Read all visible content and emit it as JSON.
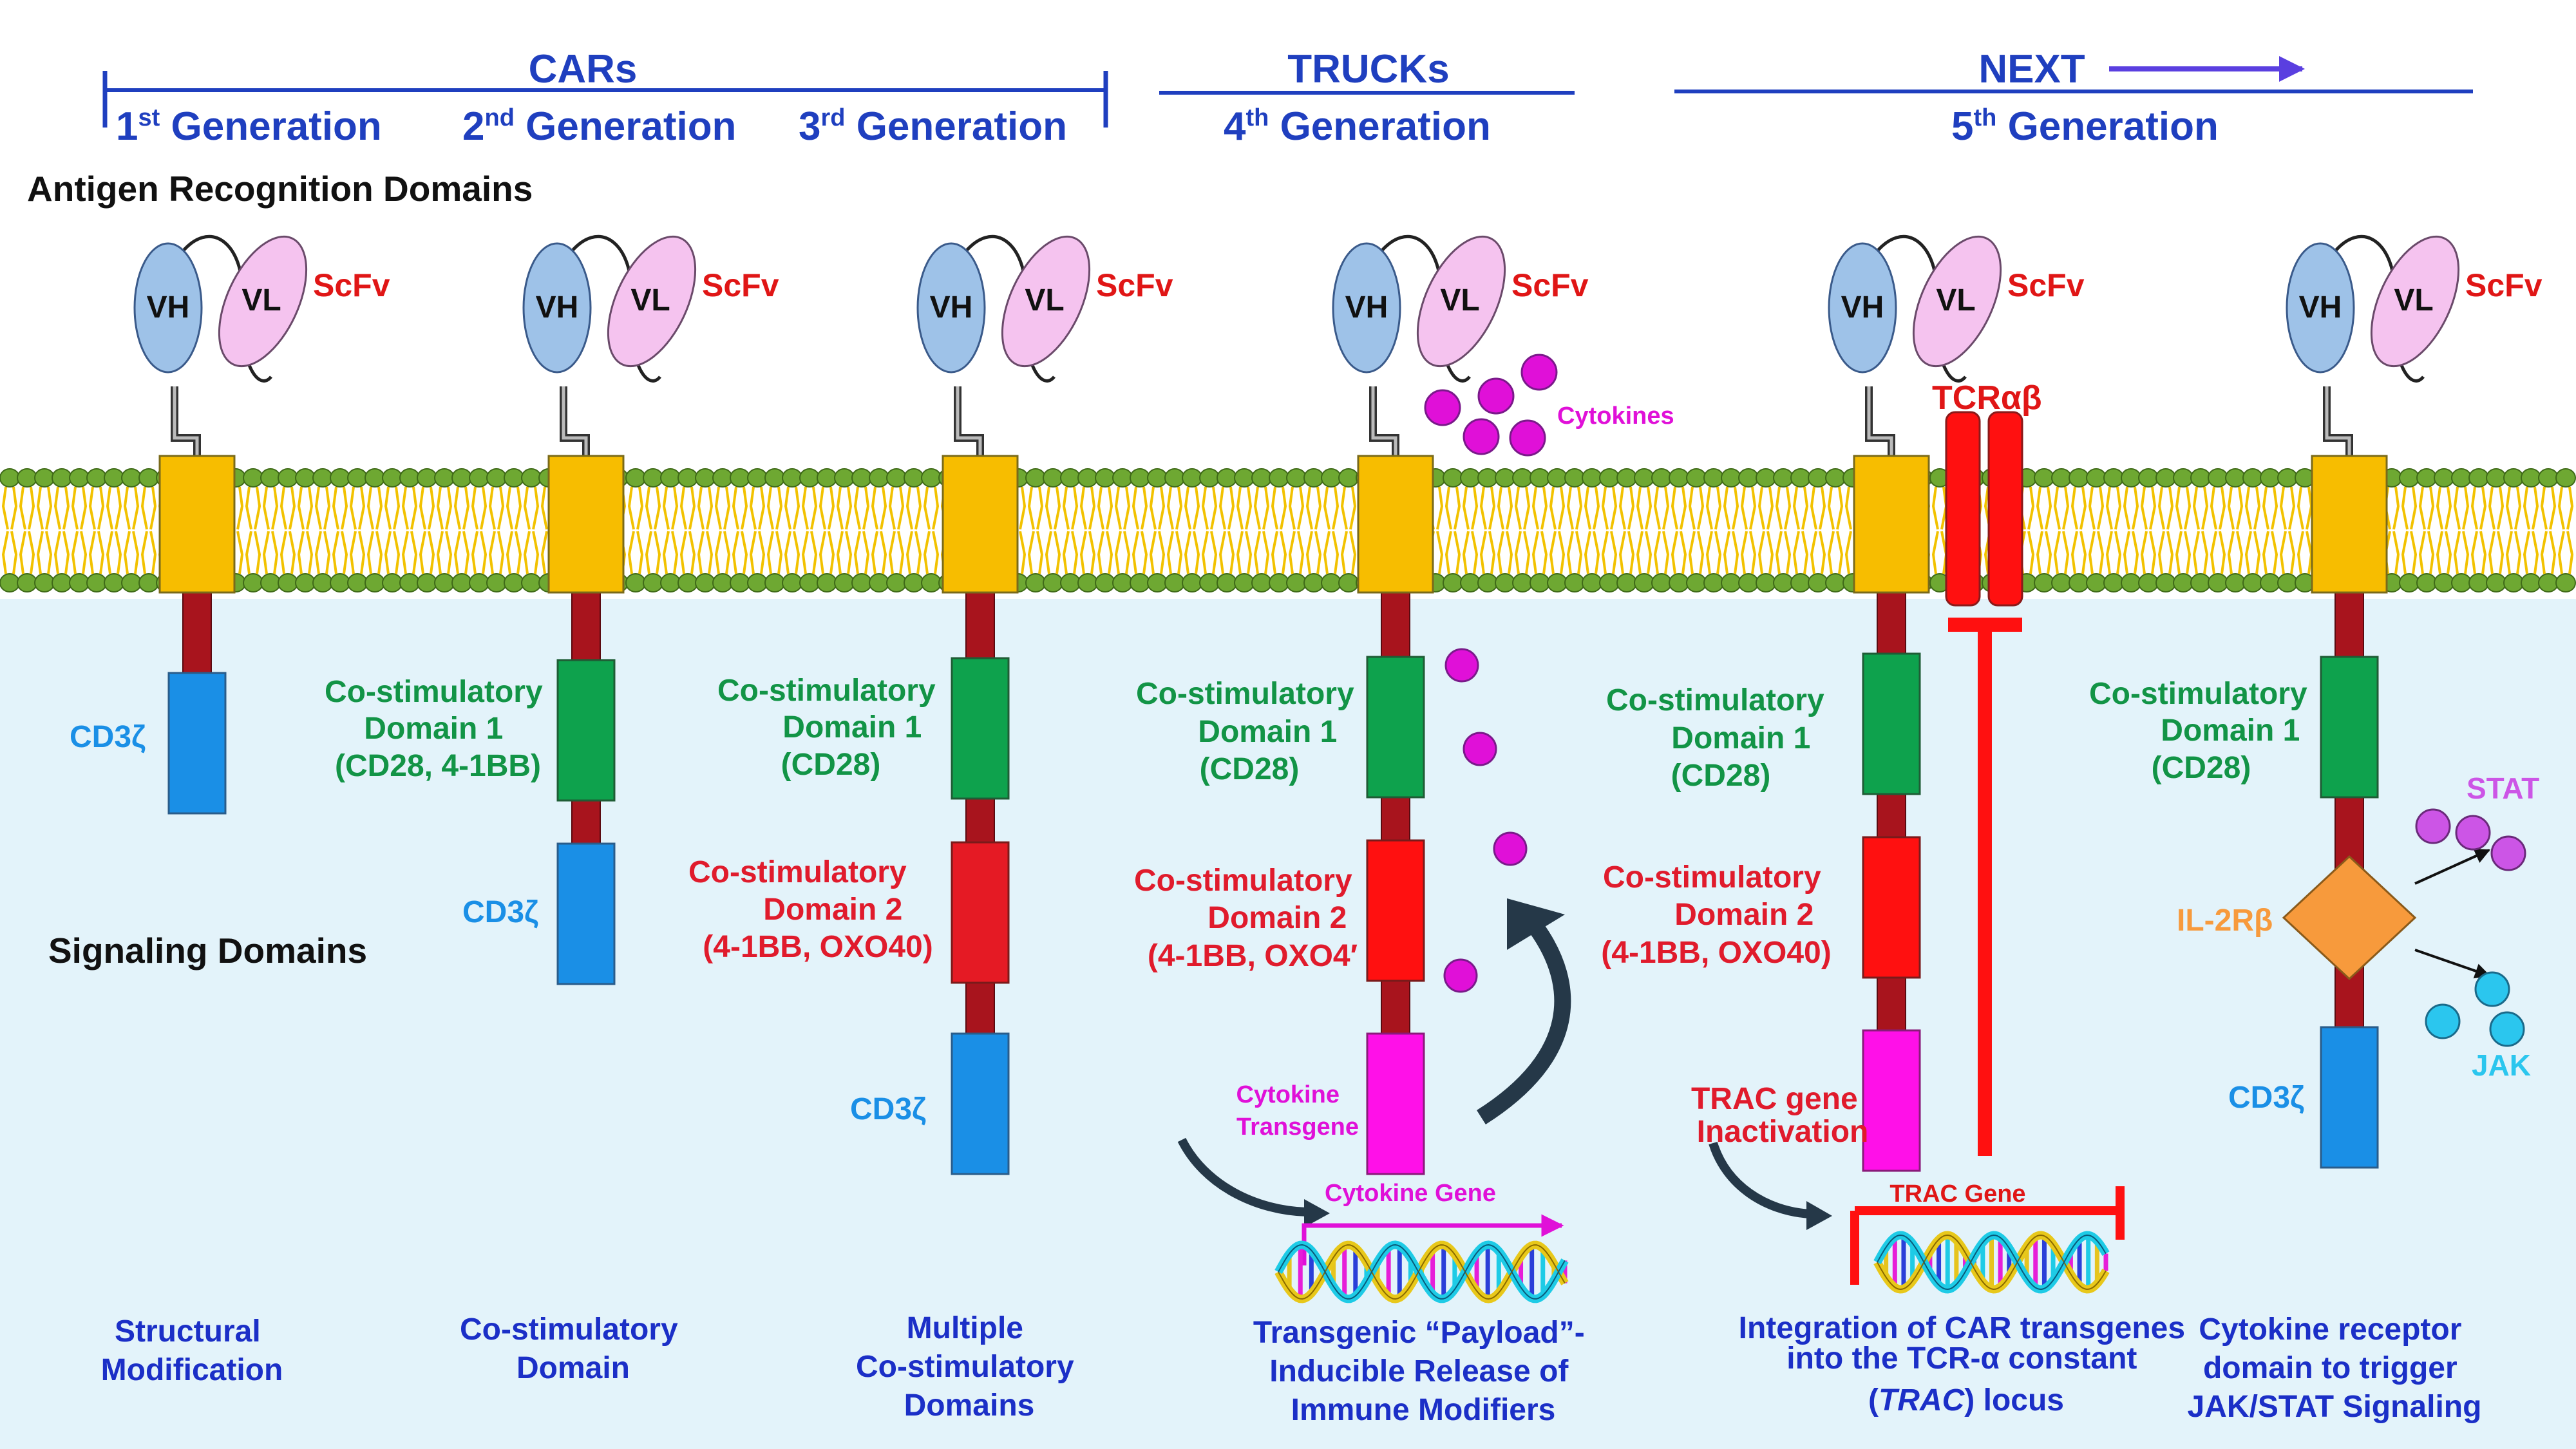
{
  "headers": {
    "cars": "CARs",
    "trucks": "TRUCKs",
    "next": "NEXT",
    "gen1": {
      "num": "1",
      "sup": "st",
      "rest": " Generation"
    },
    "gen2": {
      "num": "2",
      "sup": "nd",
      "rest": " Generation"
    },
    "gen3": {
      "num": "3",
      "sup": "rd",
      "rest": " Generation"
    },
    "gen4": {
      "num": "4",
      "sup": "th",
      "rest": " Generation"
    },
    "gen5": {
      "num": "5",
      "sup": "th",
      "rest": " Generation"
    }
  },
  "sections": {
    "antigen": "Antigen Recognition Domains",
    "signaling": "Signaling Domains"
  },
  "labels": {
    "vh": "VH",
    "vl": "VL",
    "scfv": "ScFv",
    "cd3": "CD3ζ",
    "cytokines": "Cytokines",
    "tcr": "TCRαβ",
    "il2": "IL-2Rβ",
    "stat": "STAT",
    "jak": "JAK",
    "cytokine_transgene": [
      "Cytokine",
      "Transgene"
    ],
    "cytokine_gene": "Cytokine Gene",
    "trac_inactivation": [
      "TRAC gene",
      "Inactivation"
    ],
    "trac_gene": "TRAC Gene"
  },
  "costim": {
    "gen2": [
      "Co-stimulatory",
      "Domain 1",
      "(CD28, 4-1BB)"
    ],
    "gen3_d1": [
      "Co-stimulatory",
      "Domain 1",
      "(CD28)"
    ],
    "gen3_d2": [
      "Co-stimulatory",
      "Domain 2",
      "(4-1BB, OXO40)"
    ],
    "gen4_d1": [
      "Co-stimulatory",
      "Domain 1",
      "(CD28)"
    ],
    "gen4_d2": [
      "Co-stimulatory",
      "Domain 2",
      "(4-1BB, OXO4′"
    ],
    "gen5_d1": [
      "Co-stimulatory",
      "Domain 1",
      "(CD28)"
    ],
    "gen5_d2": [
      "Co-stimulatory",
      "Domain 2",
      "(4-1BB, OXO40)"
    ],
    "gen6_d1": [
      "Co-stimulatory",
      "Domain 1",
      "(CD28)"
    ]
  },
  "captions": {
    "c1": [
      "Structural",
      "Modification"
    ],
    "c2": [
      "Co-stimulatory",
      "Domain"
    ],
    "c3": [
      "Multiple",
      "Co-stimulatory",
      "Domains"
    ],
    "c4": [
      "Transgenic “Payload”-",
      "Inducible Release of",
      "Immune Modifiers"
    ],
    "c5_l1": "Integration of CAR transgenes",
    "c5_l2": "into the TCR-α constant",
    "c5_l3a": "(",
    "c5_l3b": "TRAC",
    "c5_l3c": ") locus",
    "c6": [
      "Cytokine receptor",
      "domain to trigger",
      "JAK/STAT Signaling"
    ]
  },
  "colors": {
    "header_blue": "#1f3fbf",
    "transmembrane": "#f7bd00",
    "hinge": "#a8141d",
    "costim1": "#0ea24d",
    "costim2": "#e51a24",
    "cd3": "#1a8fe6",
    "cytokine": "#e010d8",
    "il2": "#f79a3c",
    "stat": "#cc55e6",
    "jak": "#2bc6ee",
    "vh": "#9ec2e8",
    "vl": "#f5c3ef",
    "lipid_head": "#6ea832",
    "lipid_tail": "#f2c200",
    "cytoplasm": "#e3f3fa"
  }
}
